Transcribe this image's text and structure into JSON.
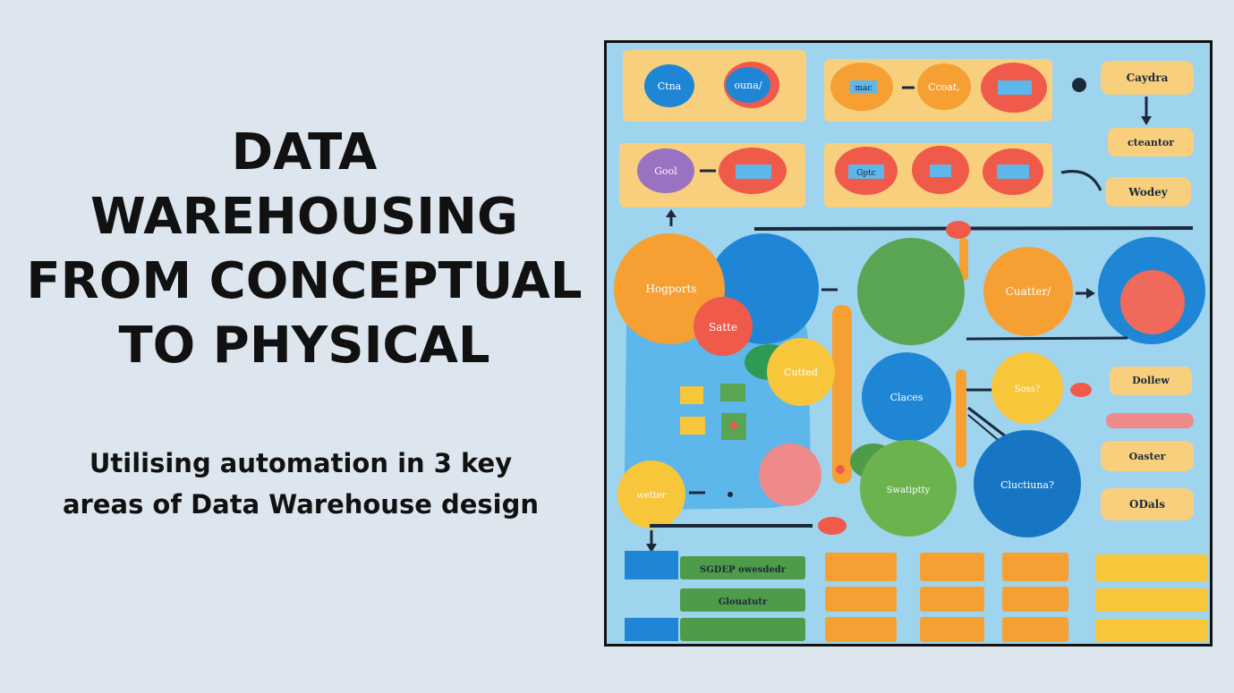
{
  "slide": {
    "title_lines": [
      "DATA",
      "WAREHOUSING",
      "FROM CONCEPTUAL",
      "TO PHYSICAL"
    ],
    "subtitle_lines": [
      "Utilising automation in 3 key",
      "areas of Data Warehouse design"
    ]
  },
  "illustration": {
    "labels": {
      "top_left_1": "Ctna",
      "top_left_2": "ouna/",
      "top_mid_1": "mac",
      "top_mid_2": "Ccoat,",
      "right_1": "Caydra",
      "right_2": "cteantor",
      "row2_left": "Gool",
      "row2_mid": "Gptc",
      "right_3": "Wodey",
      "circle_orange_big": "Hogports",
      "circle_red_small": "Satte",
      "circle_orange_right": "Cuatter/",
      "circle_yellow": "Cutted",
      "circle_blue_mid": "Claces",
      "circle_yellow_right": "Soss?",
      "pill_right_1": "Dollew",
      "pill_right_3": "Oaster",
      "pill_right_4": "ODals",
      "circle_yellow_left": "wetter",
      "circle_green_bottom": "Swatiptty",
      "circle_blue_bottom": "Cluctiuna?",
      "bar_green_1": "SGDEP owesdedr",
      "bar_green_2": "Glouatutr"
    },
    "colors": {
      "panel_bg": "#9fd4ef",
      "blue": "#1f86d6",
      "orange": "#f6a033",
      "red": "#ef5a4a",
      "green": "#5aa553",
      "yellow": "#f7c63b",
      "purple": "#9a72c2",
      "pink": "#ef8a8a",
      "cream": "#f8cf7d"
    }
  }
}
